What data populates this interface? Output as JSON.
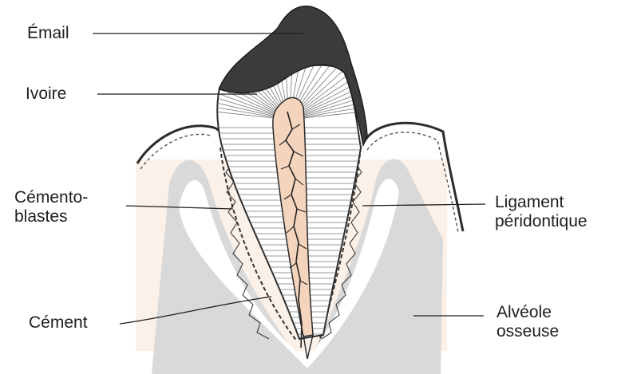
{
  "labels": {
    "email": "Émail",
    "ivoire": "Ivoire",
    "cementoblastes": [
      "Cémento-",
      "blastes"
    ],
    "ligament": [
      "Ligament",
      "péridontique"
    ],
    "cement": "Cément",
    "alveole": [
      "Alvéole",
      "osseuse"
    ]
  },
  "colors": {
    "enamel": "#3b3b3d",
    "pulp": "#f4d4bd",
    "bone": "#d9d9d9",
    "gum": "#ffffff",
    "ink": "#1e1e1e"
  }
}
